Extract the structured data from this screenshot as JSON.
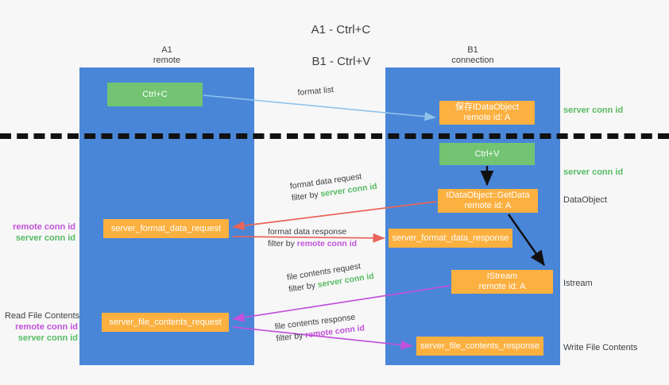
{
  "title": {
    "line1": "A1 - Ctrl+C",
    "line2": "B1 - Ctrl+V"
  },
  "columns": [
    {
      "id": "a1",
      "name": "A1",
      "role": "remote"
    },
    {
      "id": "b1",
      "name": "B1",
      "role": "connection"
    }
  ],
  "nodes": {
    "ctrl_c": {
      "line1": "Ctrl+C",
      "line2": "",
      "color": "#72c472"
    },
    "idataobject": {
      "line1": "保存IDataObject",
      "line2": "remote id: A",
      "color": "#fbb040"
    },
    "ctrl_v": {
      "line1": "Ctrl+V",
      "line2": "",
      "color": "#72c472"
    },
    "getdata": {
      "line1": "IDataObject::GetData",
      "line2": "remote id: A",
      "color": "#fbb040"
    },
    "istream": {
      "line1": "IStream",
      "line2": "remote id: A",
      "color": "#fbb040"
    },
    "server_format_data_request": {
      "line1": "server_format_data_request",
      "line2": "",
      "color": "#fbb040"
    },
    "server_format_data_response": {
      "line1": "server_format_data_response",
      "line2": "",
      "color": "#fbb040"
    },
    "server_file_contents_request": {
      "line1": "server_file_contents_request",
      "line2": "",
      "color": "#fbb040"
    },
    "server_file_contents_response": {
      "line1": "server_file_contents_response",
      "line2": "",
      "color": "#fbb040"
    }
  },
  "gutter_labels": {
    "format_list": {
      "line1": "format list",
      "filter_prefix": "",
      "filter_target": ""
    },
    "format_data_request": {
      "line1": "format data request",
      "filter_prefix": "filter by ",
      "filter_target": "server conn id"
    },
    "format_data_response": {
      "line1": "format data response",
      "filter_prefix": "filter by ",
      "filter_target": "remote conn id"
    },
    "file_contents_request": {
      "line1": "file contents request",
      "filter_prefix": "filter by ",
      "filter_target": "server conn id"
    },
    "file_contents_response": {
      "line1": "file contents response",
      "filter_prefix": "filter by ",
      "filter_target": "remote conn id"
    }
  },
  "side_labels": {
    "server_conn_id_top": "server conn id",
    "server_conn_id_mid": "server conn id",
    "dataobject": "DataObject",
    "istream": "Istream",
    "write_file_contents": "Write File Contents",
    "read_file_contents": "Read File Contents",
    "remote_conn_id": "remote conn id",
    "server_conn_id": "server conn id"
  },
  "colors": {
    "lane": "#4a86d8",
    "orange": "#fbb040",
    "green": "#72c472",
    "server_conn": "#57bb63",
    "remote_conn": "#c152d9",
    "arrow_blue": "#8ec3ea",
    "arrow_red": "#e8645a",
    "arrow_magenta": "#c152d9",
    "arrow_black": "#111111",
    "background": "#f7f7f7"
  }
}
